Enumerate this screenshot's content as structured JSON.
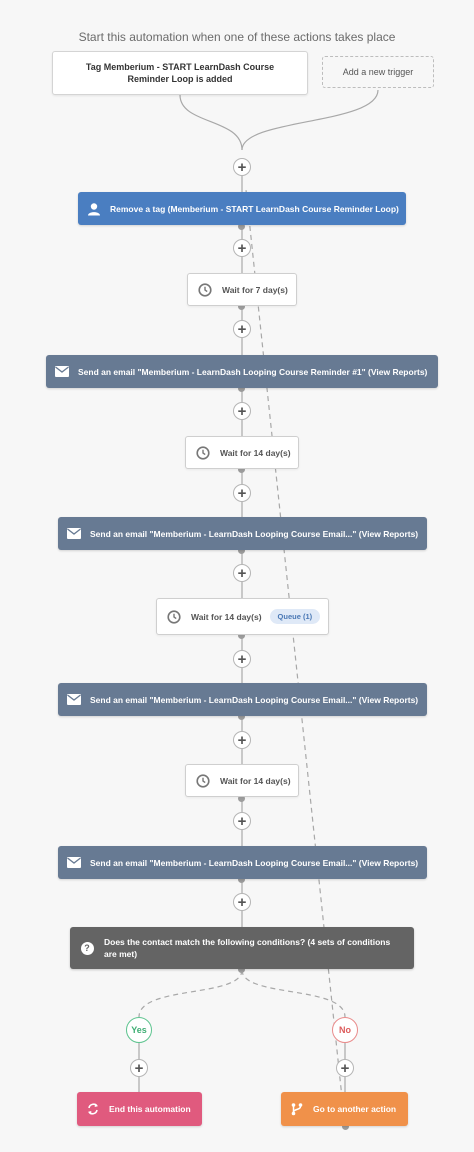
{
  "header": {
    "text": "Start this automation when one of these actions takes place"
  },
  "trigger": {
    "label": "Tag Memberium - START LearnDash Course Reminder Loop is added"
  },
  "add_trigger": {
    "label": "Add a new trigger"
  },
  "steps": {
    "remove_tag": {
      "label": "Remove a tag (Memberium - START LearnDash Course Reminder Loop)",
      "color": "#4a7ec1"
    },
    "wait1": {
      "label": "Wait for 7 day(s)"
    },
    "email1": {
      "label": "Send an email \"Memberium - LearnDash Looping Course Reminder #1\" (View Reports)",
      "color": "#677a93"
    },
    "wait2": {
      "label": "Wait for 14 day(s)"
    },
    "email2": {
      "label": "Send an email \"Memberium - LearnDash Looping Course Email...\" (View Reports)",
      "color": "#677a93"
    },
    "wait3": {
      "label": "Wait for 14 day(s)",
      "queue": "Queue (1)"
    },
    "email3": {
      "label": "Send an email \"Memberium - LearnDash Looping Course Email...\" (View Reports)",
      "color": "#677a93"
    },
    "wait4": {
      "label": "Wait for 14 day(s)"
    },
    "email4": {
      "label": "Send an email \"Memberium - LearnDash Looping Course Email...\" (View Reports)",
      "color": "#677a93"
    },
    "condition": {
      "label": "Does the contact match the following conditions? (4 sets of conditions are met)",
      "color": "#646464"
    }
  },
  "branches": {
    "yes": {
      "label": "Yes",
      "color": "#3fae74"
    },
    "no": {
      "label": "No",
      "color": "#dd5b5b"
    },
    "end": {
      "label": "End this automation",
      "color": "#e05a7e"
    },
    "goto": {
      "label": "Go to another action",
      "color": "#f0914a"
    }
  },
  "icons": {
    "user": "user-icon",
    "clock": "clock-icon",
    "mail": "envelope-icon",
    "question": "question-icon",
    "end": "end-cycle-icon",
    "goto": "branch-icon",
    "plus": "plus-icon"
  },
  "plus_glyph": "+",
  "question_glyph": "?"
}
